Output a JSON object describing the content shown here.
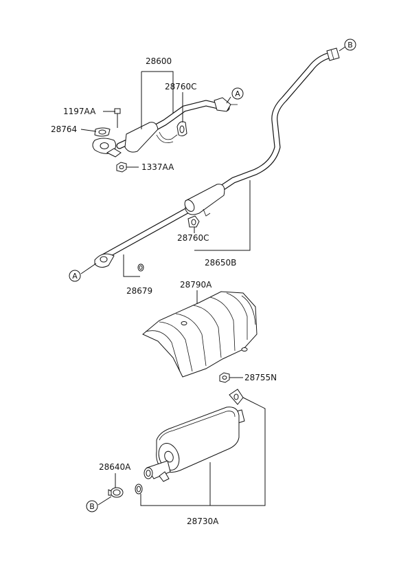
{
  "labels": {
    "p28600": "28600",
    "p28760c_top": "28760C",
    "p1197aa": "1197AA",
    "p28764": "28764",
    "p1337aa": "1337AA",
    "p28760c_mid": "28760C",
    "p28650b": "28650B",
    "p28679": "28679",
    "p28790a": "28790A",
    "p28755n": "28755N",
    "p28640a": "28640A",
    "p28730a": "28730A"
  },
  "refs": {
    "a": "A",
    "b": "B"
  }
}
